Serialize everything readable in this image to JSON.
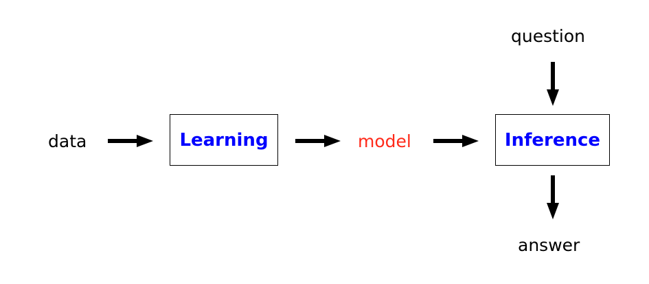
{
  "nodes": {
    "data_label": "data",
    "learning_label": "Learning",
    "model_label": "model",
    "inference_label": "Inference",
    "question_label": "question",
    "answer_label": "answer"
  },
  "colors": {
    "text": "#000000",
    "box_text": "#0000ff",
    "model_text": "#ff2a1a",
    "arrow": "#000000"
  }
}
